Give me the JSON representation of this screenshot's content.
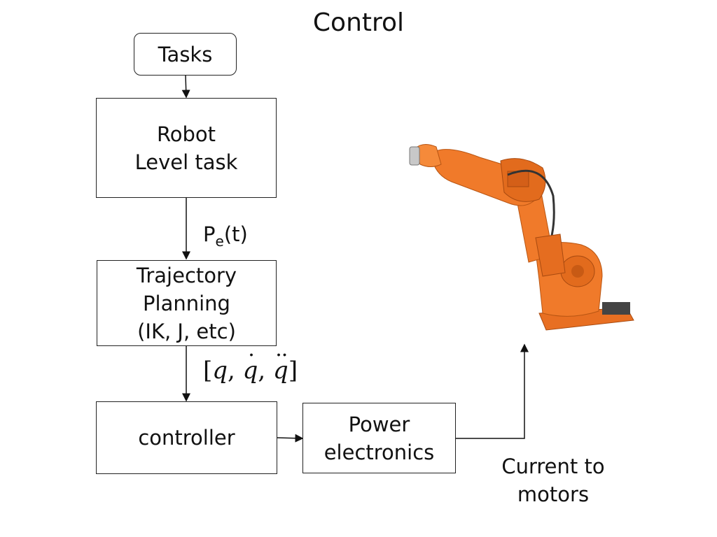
{
  "title": "Control",
  "boxes": {
    "tasks": "Tasks",
    "robot_level_line1": "Robot",
    "robot_level_line2": "Level task",
    "trajectory_line1": "Trajectory",
    "trajectory_line2": "Planning",
    "trajectory_line3": "(IK, J, etc)",
    "controller": "controller",
    "power_line1": "Power",
    "power_line2": "electronics"
  },
  "labels": {
    "pe_base": "P",
    "pe_sub": "e",
    "pe_tail": "(t)",
    "state_open": "[",
    "state_q": "q",
    "state_sep1": ", ",
    "state_qdot": "q",
    "state_sep2": ", ",
    "state_qddot": "q",
    "state_close": "]",
    "current_line1": "Current to",
    "current_line2": "motors"
  },
  "colors": {
    "robot_orange": "#f07a2a",
    "robot_dark": "#c85a14",
    "robot_base": "#5a5a5a"
  }
}
